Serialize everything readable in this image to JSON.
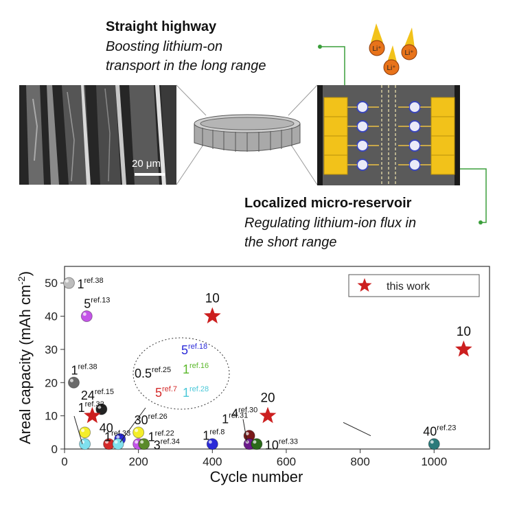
{
  "top": {
    "highway_title": "Straight highway",
    "highway_sub1": "Boosting lithium-on",
    "highway_sub2": "transport in the long range",
    "reservoir_title": "Localized micro-reservoir",
    "reservoir_sub1": "Regulating lithium-ion flux in",
    "reservoir_sub2": "the short range",
    "scale_bar_label": "20 μm",
    "ion_label": "Li⁺"
  },
  "colors": {
    "accent_green": "#3a9e3a",
    "gold": "#f2c21a",
    "star_red": "#cc1f1f",
    "sem_dark": "#2a2a2a"
  },
  "chart_data": {
    "type": "scatter",
    "xlabel": "Cycle number",
    "ylabel": "Areal capacity (mAh cm",
    "ylabel_sup": "-2",
    "ylabel_close": ")",
    "xlim": [
      0,
      1150
    ],
    "ylim": [
      0,
      55
    ],
    "xticks": [
      0,
      200,
      400,
      600,
      800,
      1000
    ],
    "yticks": [
      0,
      10,
      20,
      30,
      40,
      50
    ],
    "legend": {
      "label": "this work",
      "position": "top-right"
    },
    "this_work": [
      {
        "x": 75,
        "y": 10,
        "label": ""
      },
      {
        "x": 400,
        "y": 40,
        "label": "10"
      },
      {
        "x": 550,
        "y": 10,
        "label": "20"
      },
      {
        "x": 1080,
        "y": 30,
        "label": "10"
      }
    ],
    "references": [
      {
        "x": 12,
        "y": 50,
        "color": "#bdbdbd",
        "label": "1",
        "ref": "ref.38"
      },
      {
        "x": 60,
        "y": 40,
        "color": "#c455e8",
        "label": "5",
        "ref": "ref.13"
      },
      {
        "x": 25,
        "y": 20,
        "color": "#6a6a6a",
        "label": "1",
        "ref": "ref.38"
      },
      {
        "x": 100,
        "y": 12,
        "color": "#222222",
        "label": "24",
        "ref": "ref.15"
      },
      {
        "x": 55,
        "y": 5,
        "color": "#f4ee2a",
        "label": "1",
        "ref": "ref.32"
      },
      {
        "x": 55,
        "y": 1.5,
        "color": "#7fe0ee",
        "label": "",
        "ref": ""
      },
      {
        "x": 120,
        "y": 1.5,
        "color": "#d42a2a",
        "label": "",
        "ref": ""
      },
      {
        "x": 150,
        "y": 3,
        "color": "#2a2ad8",
        "label": "40",
        "ref": ""
      },
      {
        "x": 145,
        "y": 1.5,
        "color": "#7fe0ee",
        "label": "1",
        "ref": "ref.33"
      },
      {
        "x": 200,
        "y": 5,
        "color": "#f4ee2a",
        "label": "30",
        "ref": "ref.26"
      },
      {
        "x": 200,
        "y": 1.5,
        "color": "#c455e8",
        "label": "1",
        "ref": "ref.22"
      },
      {
        "x": 215,
        "y": 1.5,
        "color": "#5a8a2a",
        "label": "3",
        "ref": "ref.34"
      },
      {
        "x": 400,
        "y": 1.5,
        "color": "#2a2ad8",
        "label": "1",
        "ref": "ref.8"
      },
      {
        "x": 500,
        "y": 4,
        "color": "#7a1a1a",
        "label": "4",
        "ref": "ref.30"
      },
      {
        "x": 500,
        "y": 1.5,
        "color": "#6a1a8a",
        "label": "1",
        "ref": "ref.31"
      },
      {
        "x": 520,
        "y": 1.5,
        "color": "#2a6a1a",
        "label": "10",
        "ref": "ref.33"
      },
      {
        "x": 1000,
        "y": 1.5,
        "color": "#2a7a7a",
        "label": "40",
        "ref": "ref.23"
      }
    ],
    "cluster": [
      {
        "label": "5",
        "ref": "ref.18",
        "color": "#2a2ad8"
      },
      {
        "label": "0.5",
        "ref": "ref.25",
        "color": "#111111"
      },
      {
        "label": "1",
        "ref": "ref.16",
        "color": "#5ab82a"
      },
      {
        "label": "5",
        "ref": "ref.7",
        "color": "#d42a2a"
      },
      {
        "label": "1",
        "ref": "ref.28",
        "color": "#4ac8d8"
      }
    ]
  }
}
